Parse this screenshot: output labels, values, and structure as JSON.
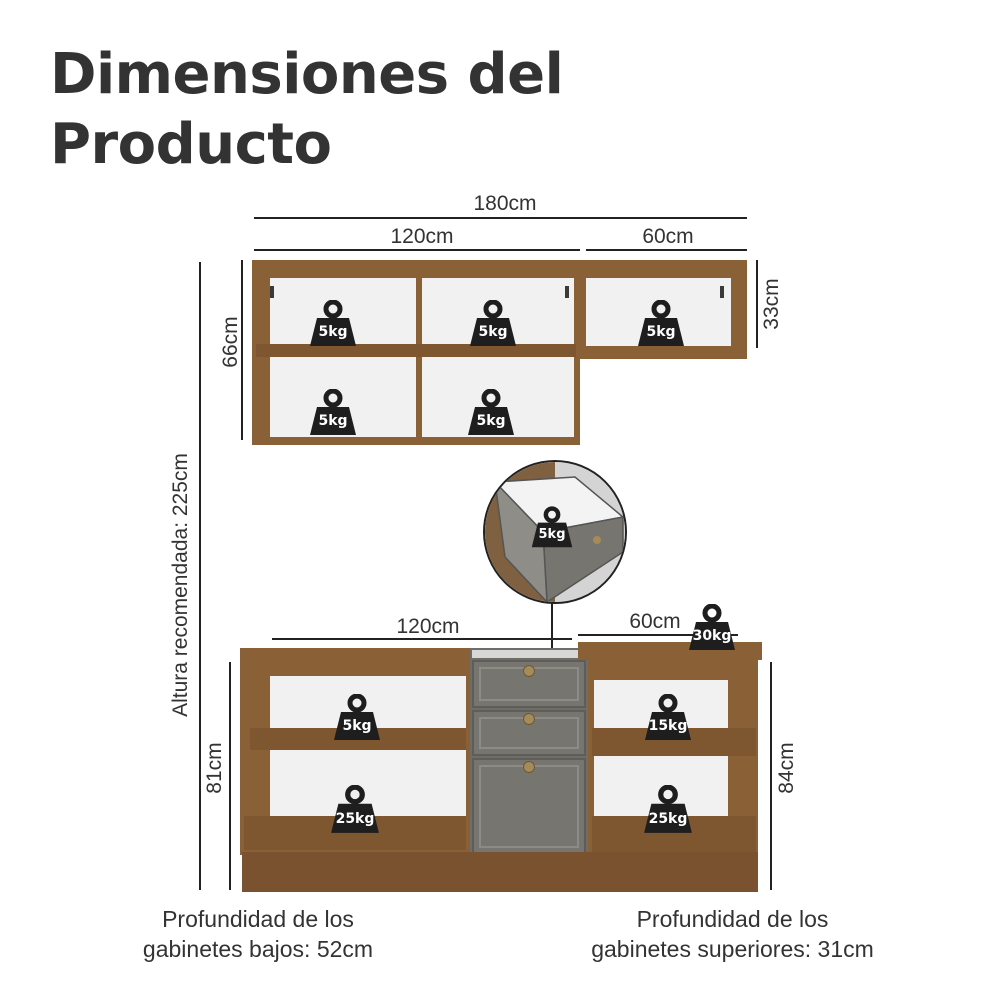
{
  "title": {
    "line1": "Dimensiones del",
    "line2": "Producto"
  },
  "dimensions": {
    "total_width": "180cm",
    "upper_left_width": "120cm",
    "upper_right_width": "60cm",
    "upper_left_height": "66cm",
    "upper_right_height": "33cm",
    "recommended_height": "Altura recomendada: 225cm",
    "lower_left_width": "120cm",
    "lower_right_width": "60cm",
    "lower_left_height": "81cm",
    "lower_right_height": "84cm"
  },
  "weights": {
    "upper_top_left": "5kg",
    "upper_top_middle": "5kg",
    "upper_top_right": "5kg",
    "upper_bottom_left": "5kg",
    "upper_bottom_middle": "5kg",
    "drawer": "5kg",
    "countertop": "30kg",
    "lower_left_top": "5kg",
    "lower_left_bottom": "25kg",
    "lower_right_top": "15kg",
    "lower_right_bottom": "25kg"
  },
  "captions": {
    "lower_depth_line1": "Profundidad de los",
    "lower_depth_line2": "gabinetes bajos: 52cm",
    "upper_depth_line1": "Profundidad de los",
    "upper_depth_line2": "gabinetes superiores: 31cm"
  },
  "colors": {
    "wood": "#8a6037",
    "gray_front": "#77756f",
    "weight_icon": "#1e1e1e",
    "text": "#333333"
  }
}
